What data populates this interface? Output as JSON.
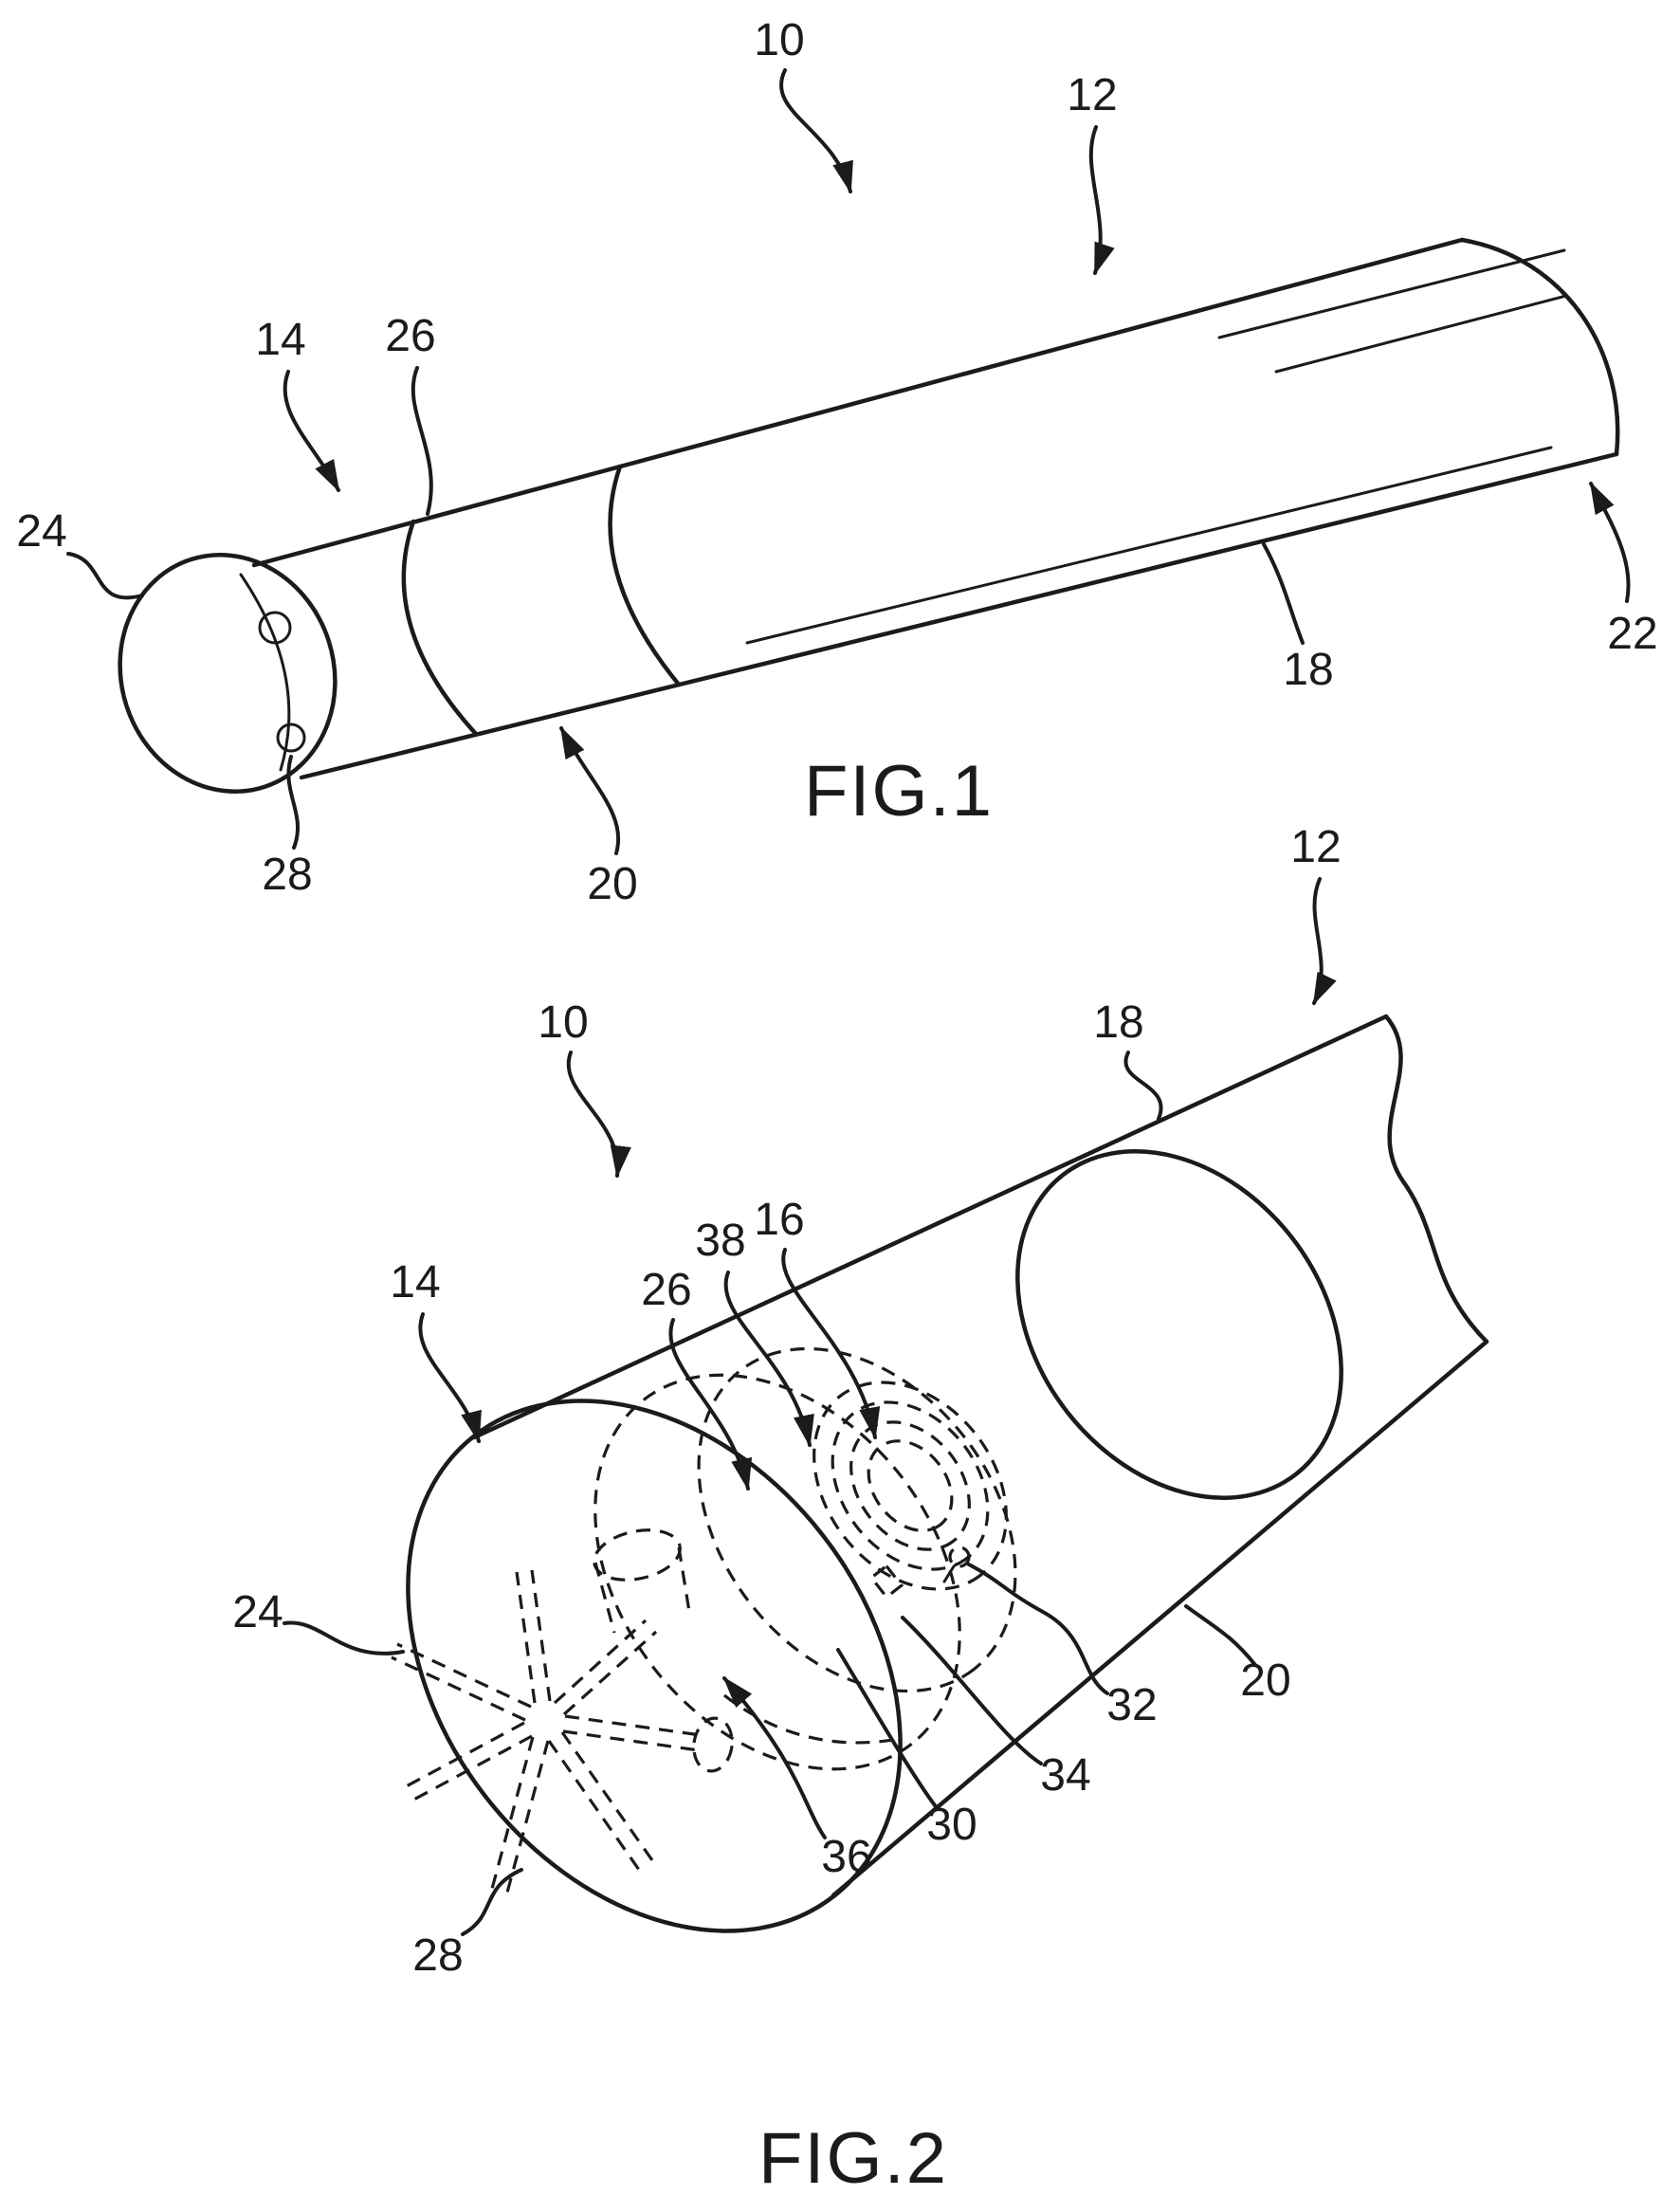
{
  "colors": {
    "ink": "#1b1b1b",
    "paper": "#ffffff"
  },
  "figure1": {
    "caption": "FIG.1",
    "labels": {
      "n10": "10",
      "n12": "12",
      "n14": "14",
      "n18": "18",
      "n20": "20",
      "n22": "22",
      "n24": "24",
      "n26": "26",
      "n28": "28"
    }
  },
  "figure2": {
    "caption": "FIG.2",
    "labels": {
      "n10": "10",
      "n12": "12",
      "n14": "14",
      "n16": "16",
      "n18": "18",
      "n20": "20",
      "n24": "24",
      "n26": "26",
      "n28": "28",
      "n30": "30",
      "n32": "32",
      "n34": "34",
      "n36": "36",
      "n38": "38"
    }
  }
}
